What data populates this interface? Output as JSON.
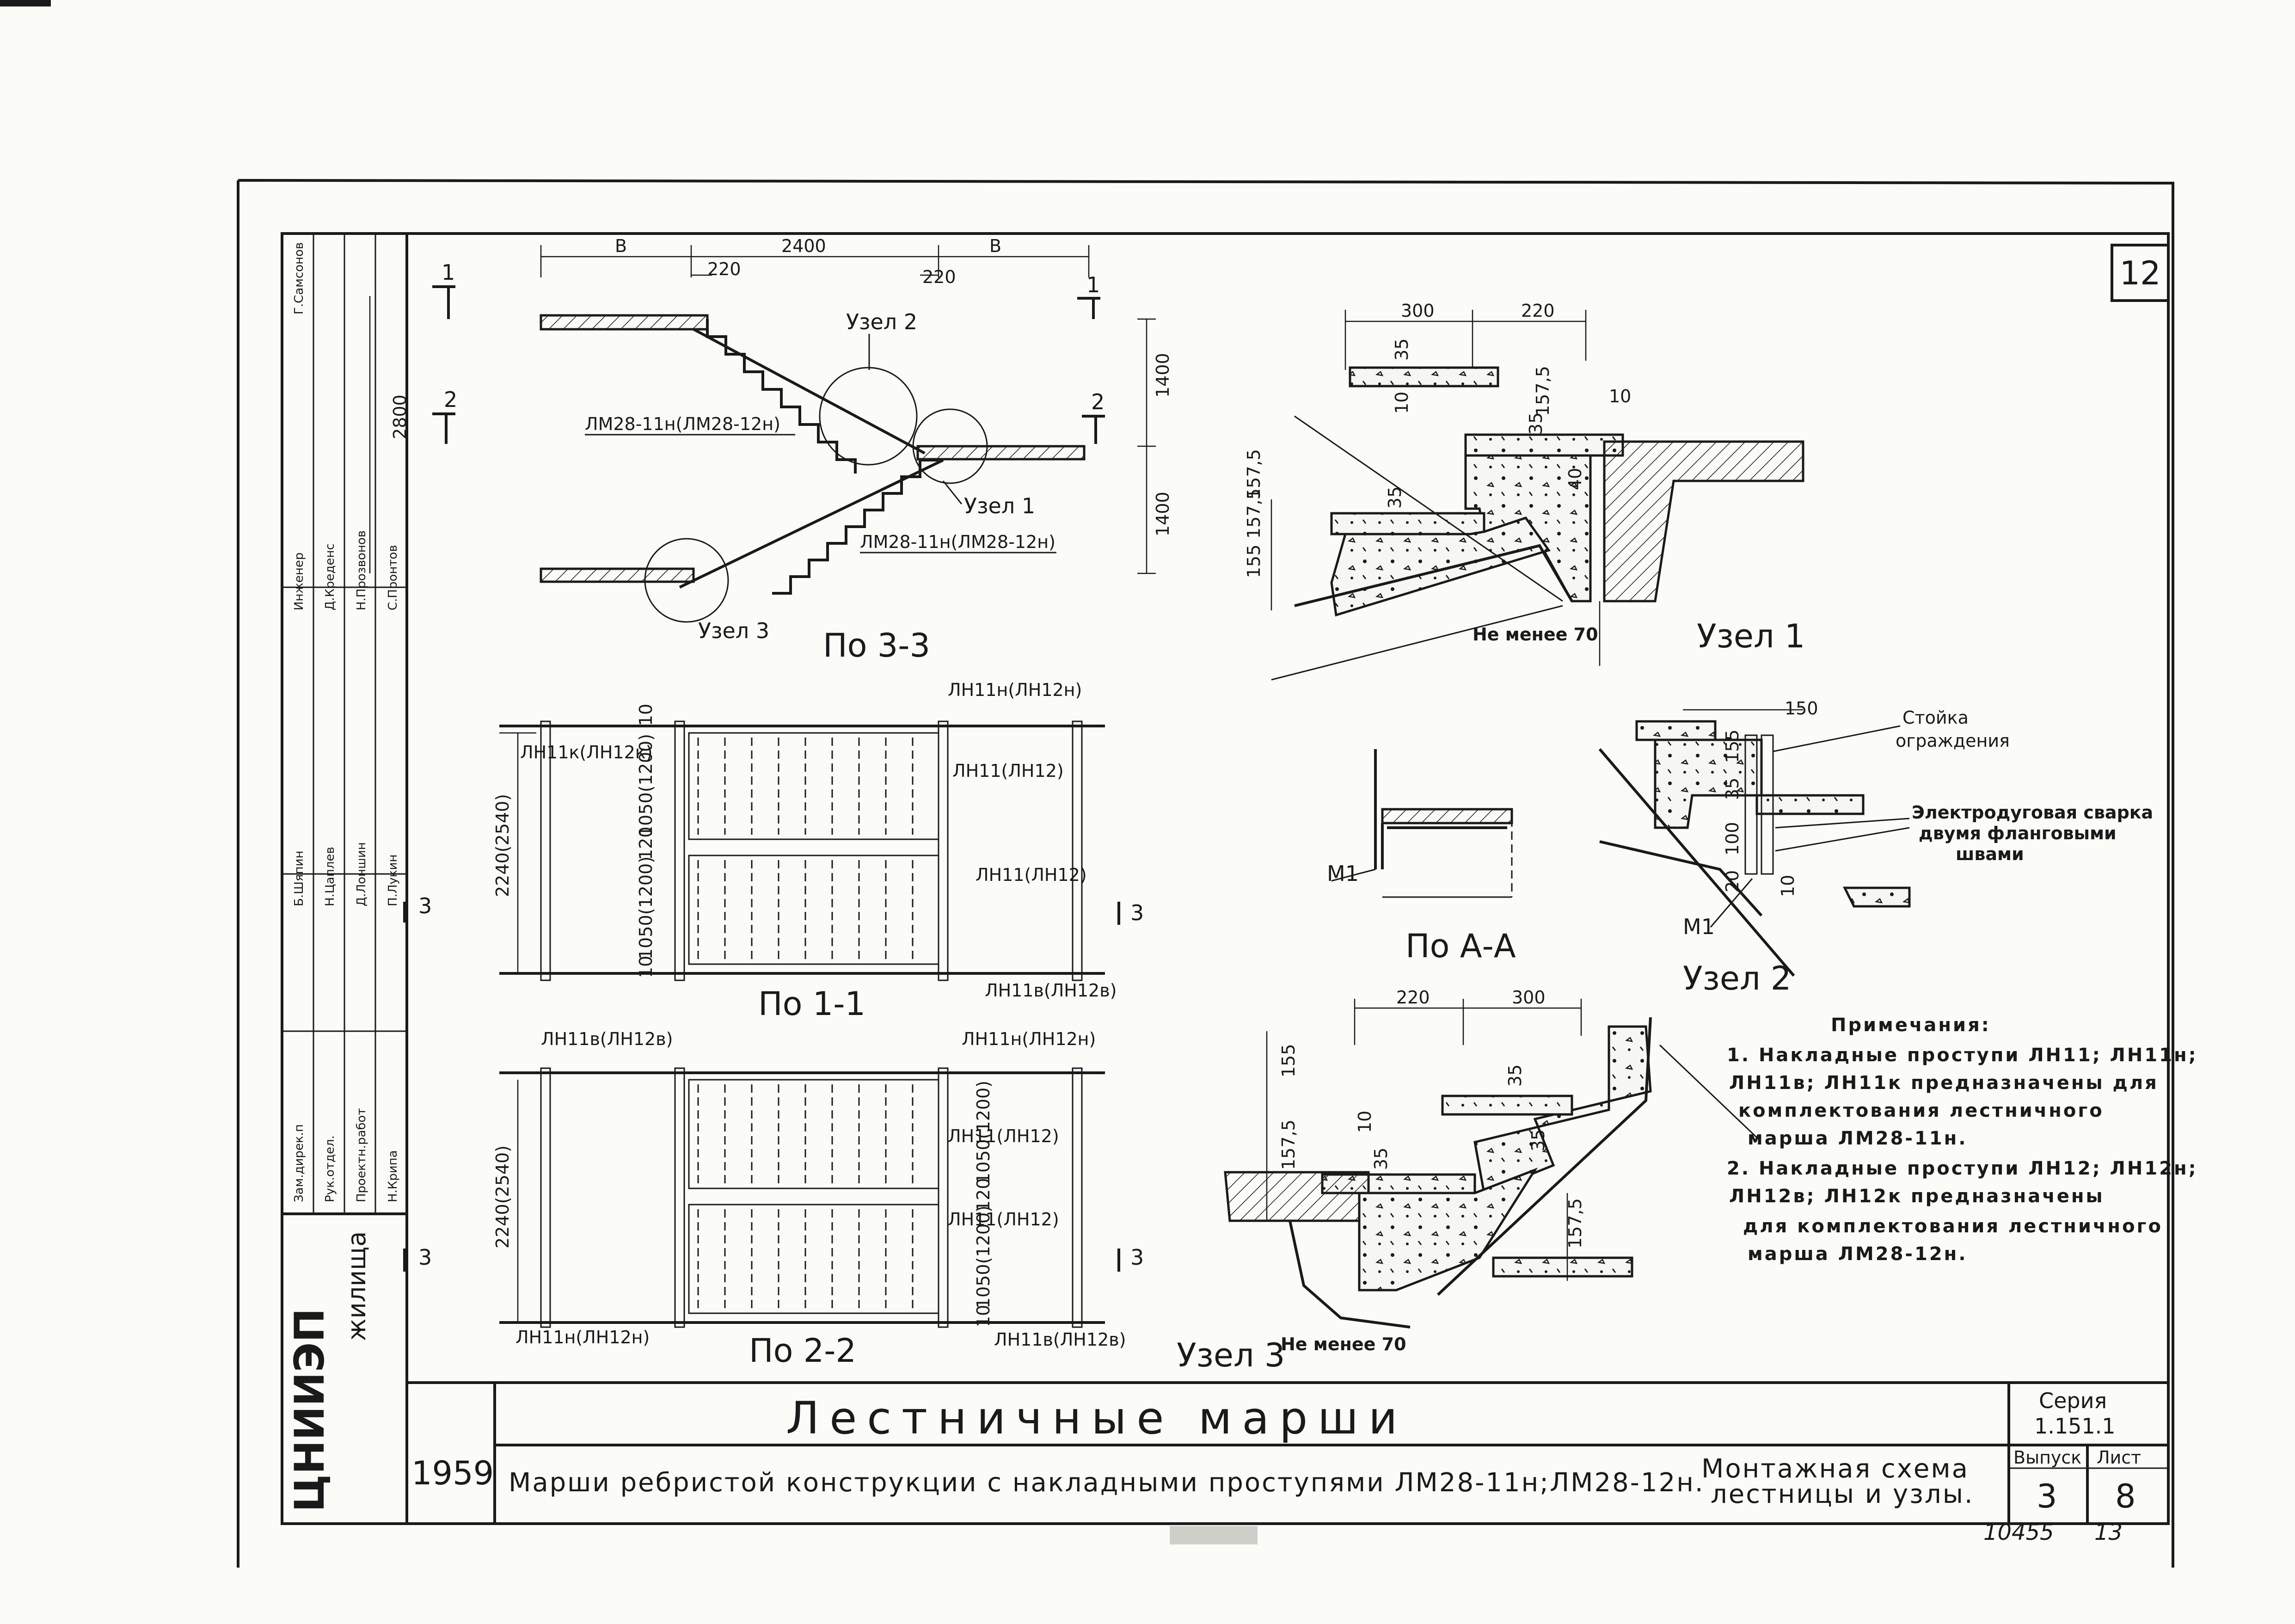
{
  "sheet_number_top": "12",
  "title_block": {
    "main_title": "Лестничные марши",
    "subtitle": "Марши ребристой конструкции с накладными проступями ЛМ28-11н;ЛМ28-12н.",
    "sheet_desc_line1": "Монтажная схема",
    "sheet_desc_line2": "лестницы и узлы.",
    "seria_label": "Серия",
    "seria_value": "1.151.1",
    "vypusk_label": "Выпуск",
    "vypusk_value": "3",
    "list_label": "Лист",
    "list_value": "8",
    "year": "1959",
    "org": "ЦНИИЭП",
    "org_sub": "жилища",
    "archive_no": "10455",
    "page_no": "13"
  },
  "stamp_columns": [
    "Зам.дирек.п",
    "Рук.отдел.",
    "Проектн.работ",
    "Н.Крипа",
    "Б.Шяпин",
    "Н.Цаплев",
    "Д.Лоншин",
    "П.Лукин",
    "Инженер",
    "Д.Креденс",
    "Н.Прозвонов",
    "С.Пронтов",
    "Г.Самсонов"
  ],
  "views": {
    "section_33": {
      "caption": "По 3-3",
      "dims": [
        "В",
        "2400",
        "В",
        "220",
        "220",
        "2800",
        "1400",
        "1400",
        "1",
        "1",
        "2",
        "2"
      ],
      "labels": [
        "Узел 2",
        "Узел 1",
        "Узел 3",
        "ЛМ28-11н(ЛМ28-12н)",
        "ЛМ28-11н(ЛМ28-12н)"
      ]
    },
    "plan_11": {
      "caption": "По 1-1",
      "dims": [
        "2240(2540)",
        "10",
        "1050(1200)",
        "120",
        "1050(1200)",
        "10",
        "3",
        "3"
      ],
      "labels": [
        "ЛН11н(ЛН12н)",
        "ЛН11к(ЛН12к)",
        "ЛН11(ЛН12)",
        "ЛН11(ЛН12)",
        "ЛН11в(ЛН12в)"
      ]
    },
    "plan_22": {
      "caption": "По 2-2",
      "dims": [
        "2240(2540)",
        "1050(1200)",
        "120",
        "1050(1200)",
        "10",
        "3",
        "3"
      ],
      "labels": [
        "ЛН11в(ЛН12в)",
        "ЛН11н(ЛН12н)",
        "ЛН11(ЛН12)",
        "ЛН11(ЛН12)",
        "ЛН11н(ЛН12н)",
        "ЛН11в(ЛН12в)"
      ]
    },
    "node1": {
      "caption": "Узел 1",
      "dims": [
        "300",
        "220",
        "35",
        "10",
        "157,5",
        "10",
        "35",
        "40",
        "157,5",
        "155",
        "35"
      ],
      "labels": [
        "Не менее 70"
      ]
    },
    "section_aa": {
      "caption": "По А-А",
      "labels": [
        "М1"
      ]
    },
    "node2": {
      "caption": "Узел 2",
      "dims": [
        "150",
        "155",
        "35",
        "100",
        "20",
        "10"
      ],
      "labels": [
        "Стойка",
        "ограждения",
        "Электродуговая сварка",
        "двумя фланговыми",
        "швами",
        "М1"
      ]
    },
    "node3": {
      "caption": "Узел 3",
      "dims": [
        "220",
        "300",
        "155",
        "35",
        "10",
        "157,5",
        "35",
        "35",
        "157,5"
      ],
      "labels": [
        "Не менее 70"
      ]
    }
  },
  "notes": {
    "heading": "Примечания:",
    "lines": [
      "1. Накладные проступи ЛН11; ЛН11н;",
      "ЛН11в; ЛН11к предназначены для",
      "комплектования лестничного",
      "марша ЛМ28-11н.",
      "2. Накладные проступи ЛН12; ЛН12н;",
      "ЛН12в; ЛН12к предназначены",
      "для комплектования лестничного",
      "марша ЛМ28-12н."
    ]
  }
}
